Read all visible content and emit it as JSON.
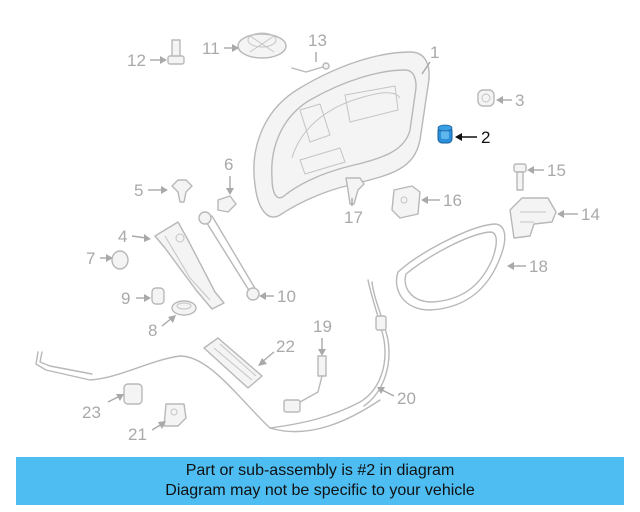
{
  "callouts": {
    "c1": "1",
    "c2": "2",
    "c3": "3",
    "c4": "4",
    "c5": "5",
    "c6": "6",
    "c7": "7",
    "c8": "8",
    "c9": "9",
    "c10": "10",
    "c11": "11",
    "c12": "12",
    "c13": "13",
    "c14": "14",
    "c15": "15",
    "c16": "16",
    "c17": "17",
    "c18": "18",
    "c19": "19",
    "c20": "20",
    "c21": "21",
    "c22": "22",
    "c23": "23"
  },
  "highlighted_part": "2",
  "colors": {
    "highlight_part": "#2a8fd8",
    "banner": "#4dbdf2",
    "line_art": "#b8b8b8"
  },
  "banner": {
    "line1": "Part or sub-assembly is #2 in diagram",
    "line2": "Diagram may not be specific to your vehicle"
  }
}
